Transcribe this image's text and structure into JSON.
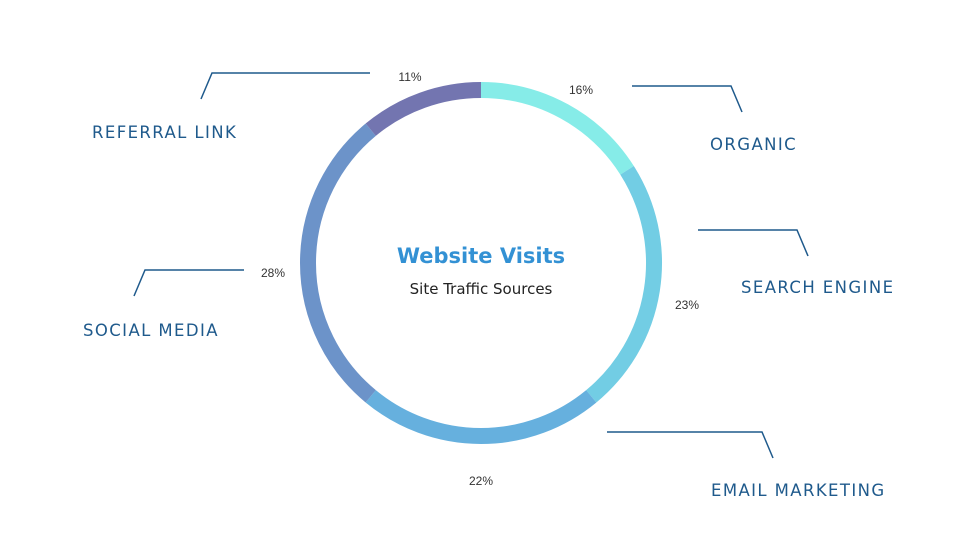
{
  "chart_data": {
    "type": "pie",
    "title": "Website Visits",
    "subtitle": "Site Traffic Sources",
    "unit": "%",
    "categories": [
      "ORGANIC",
      "SEARCH ENGINE",
      "EMAIL MARKETING",
      "SOCIAL MEDIA",
      "REFERRAL LINK"
    ],
    "values": [
      16,
      23,
      22,
      28,
      11
    ],
    "value_labels": [
      "16%",
      "23%",
      "22%",
      "28%",
      "11%"
    ],
    "colors": [
      "#86ece8",
      "#72cde4",
      "#66b0de",
      "#6c93c9",
      "#7375b0"
    ],
    "legend": "none"
  }
}
